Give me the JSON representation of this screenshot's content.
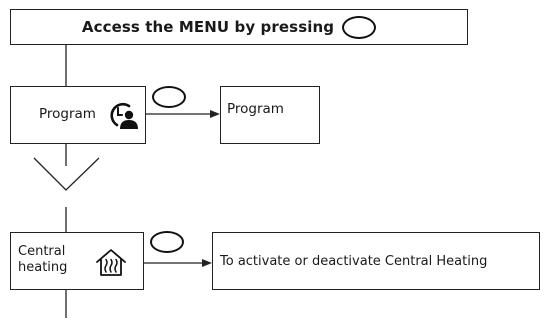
{
  "header": {
    "text": "Access the MENU by pressing",
    "button_icon": "oval-button-icon"
  },
  "steps": [
    {
      "label": "Program",
      "icon": "program-clock-person-icon",
      "button_icon": "oval-button-icon",
      "result": "Program"
    },
    {
      "label_line1": "Central",
      "label_line2": "heating",
      "icon": "house-heating-icon",
      "button_icon": "oval-button-icon",
      "result": "To activate or deactivate Central Heating"
    }
  ],
  "colors": {
    "stroke": "#222222",
    "text": "#1a1a1a"
  }
}
